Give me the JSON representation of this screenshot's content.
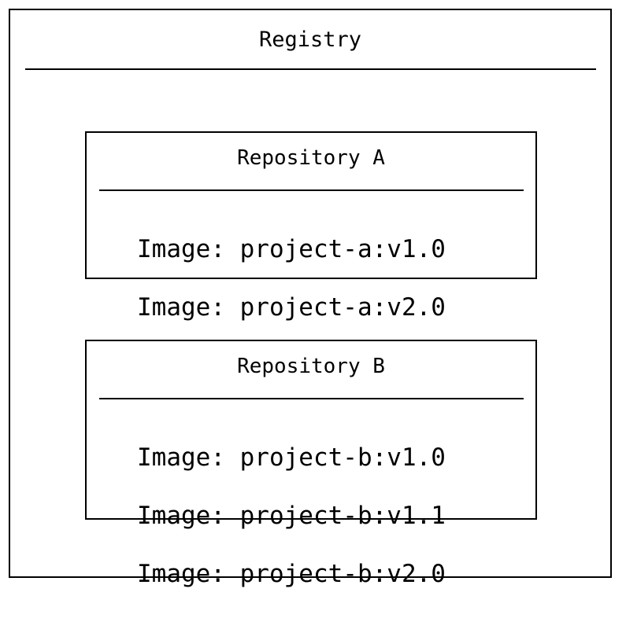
{
  "diagram": {
    "type": "container-registry-structure",
    "background_color": "#ffffff",
    "line_color": "#000000",
    "registry": {
      "title": "Registry",
      "repositories": [
        {
          "name": "Repository A",
          "images": [
            "Image: project-a:v1.0",
            "Image: project-a:v2.0"
          ]
        },
        {
          "name": "Repository B",
          "images": [
            "Image: project-b:v1.0",
            "Image: project-b:v1.1",
            "Image: project-b:v2.0"
          ]
        }
      ]
    }
  }
}
